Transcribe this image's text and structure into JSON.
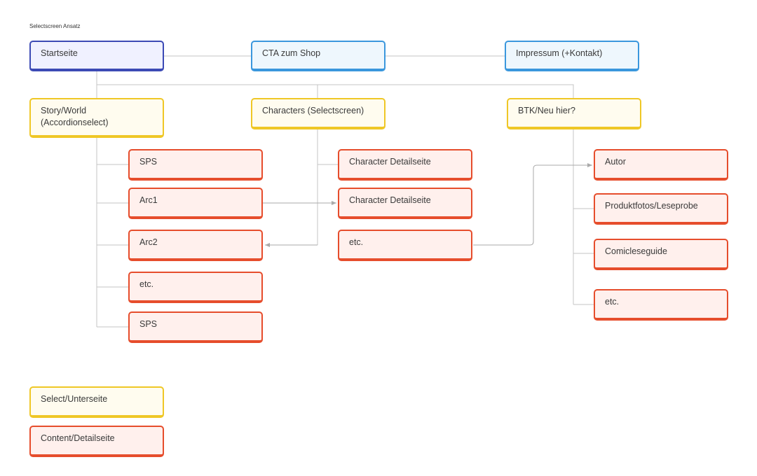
{
  "frame_title": "Selectscreen Ansatz",
  "top_row": {
    "home": "Startseite",
    "shop": "CTA zum Shop",
    "imprint": "Impressum (+Kontakt)"
  },
  "sections": {
    "story": "Story/World\n(Accordionselect)",
    "characters": "Characters (Selectscreen)",
    "btk": "BTK/Neu hier?"
  },
  "story_items": [
    "SPS",
    "Arc1",
    "Arc2",
    "etc.",
    "SPS"
  ],
  "character_items": [
    "Character Detailseite",
    "Character Detailseite",
    "etc."
  ],
  "btk_items": [
    "Autor",
    "Produktfotos/Leseprobe",
    "Comicleseguide",
    "etc."
  ],
  "legend": {
    "select": "Select/Unterseite",
    "content": "Content/Detailseite"
  },
  "colors": {
    "home_border": "#3c4ab5",
    "cta_border": "#3a97dd",
    "select_border": "#efc726",
    "content_border": "#e64d2c",
    "connector": "#c0c0c0"
  }
}
